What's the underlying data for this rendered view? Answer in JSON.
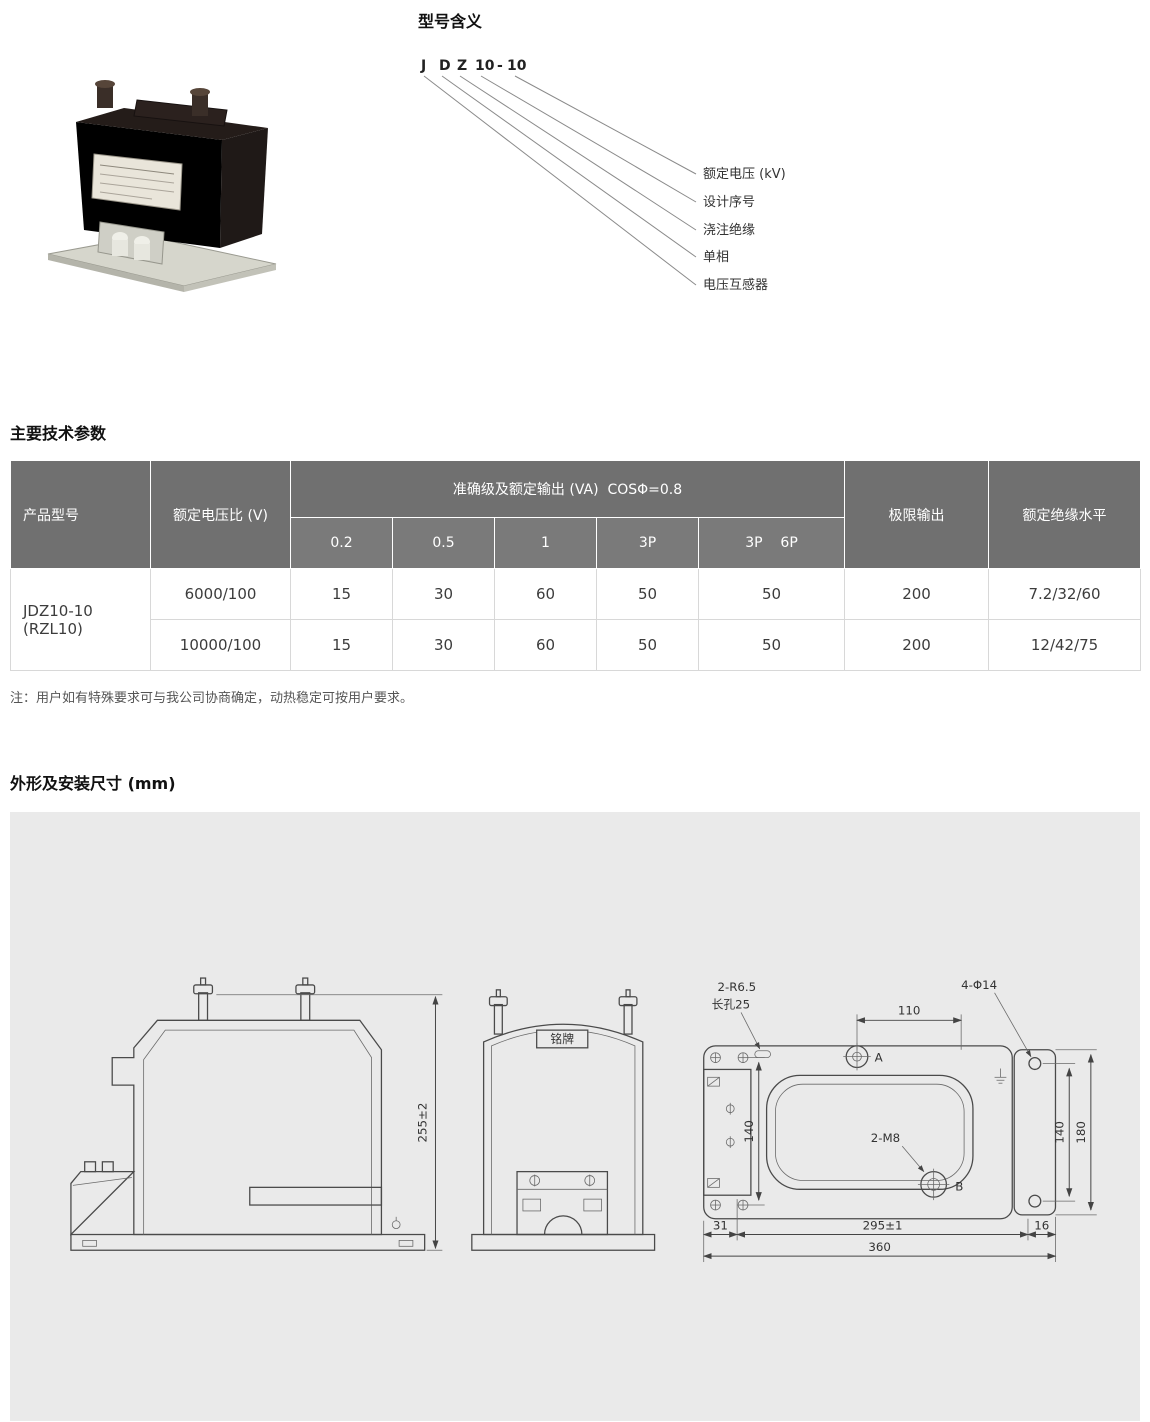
{
  "colors": {
    "table_header_bg": "#707070",
    "panel_bg": "#eaeaea"
  },
  "titles": {
    "model": "型号含义",
    "params": "主要技术参数",
    "dims": "外形及安装尺寸 (mm)"
  },
  "model": {
    "chars": [
      "J",
      "D",
      "Z",
      "10",
      "-",
      "10"
    ],
    "labels": [
      "额定电压 (kV)",
      "设计序号",
      "浇注绝缘",
      "单相",
      "电压互感器"
    ]
  },
  "table": {
    "col_product": "产品型号",
    "col_ratio": "额定电压比 (V)",
    "col_accuracy": "准确级及额定输出 (VA)  COSΦ=0.8",
    "col_limit": "极限输出",
    "col_insulation": "额定绝缘水平",
    "sub_cols": [
      "0.2",
      "0.5",
      "1",
      "3P",
      "3P    6P"
    ],
    "product_line1": "JDZ10-10",
    "product_line2": "(RZL10)",
    "rows": [
      {
        "ratio": "6000/100",
        "values": [
          "15",
          "30",
          "60",
          "50",
          "50"
        ],
        "limit": "200",
        "insulation": "7.2/32/60"
      },
      {
        "ratio": "10000/100",
        "values": [
          "15",
          "30",
          "60",
          "50",
          "50"
        ],
        "limit": "200",
        "insulation": "12/42/75"
      }
    ],
    "note": "注：用户如有特殊要求可与我公司协商确定，动热稳定可按用户要求。"
  },
  "drawing": {
    "h255": "255±2",
    "nameplate": "铭牌",
    "r65": "2-R6.5",
    "slot25": "长孔25",
    "d110": "110",
    "d140_left": "140",
    "phi14": "4-Φ14",
    "d140_right": "140",
    "d180": "180",
    "m8": "2-M8",
    "label_a": "A",
    "label_b": "B",
    "d31": "31",
    "d295": "295±1",
    "d16": "16",
    "d360": "360"
  }
}
